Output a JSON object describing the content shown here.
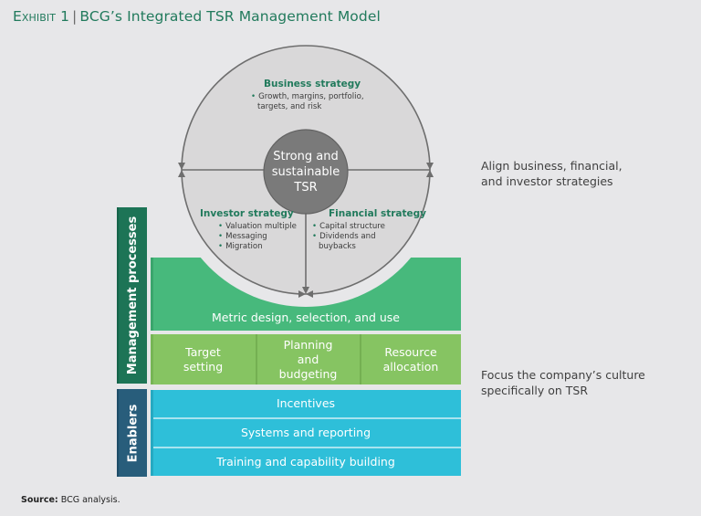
{
  "title": {
    "exhibit": "Exhibit 1",
    "separator": "|",
    "text": "BCG’s Integrated TSR Management Model"
  },
  "colors": {
    "title_green": "#217a5c",
    "circle_fill": "#d9d8d9",
    "circle_stroke": "#6e6e6e",
    "center_fill": "#7a7a7a",
    "metric_band": "#47b97c",
    "process_cells": "#86c462",
    "enabler_rows": "#2ebfd9",
    "mgmt_label_bg": "#1d7456",
    "enablers_label_bg": "#285d7b",
    "background": "#e7e7e9"
  },
  "circle": {
    "center": [
      "Strong and",
      "sustainable",
      "TSR"
    ],
    "business": {
      "heading": "Business strategy",
      "bullets": [
        "Growth, margins, portfolio,",
        "targets, and risk"
      ]
    },
    "investor": {
      "heading": "Investor strategy",
      "bullets": [
        "Valuation multiple",
        "Messaging",
        "Migration"
      ]
    },
    "financial": {
      "heading": "Financial strategy",
      "bullets": [
        "Capital structure",
        "Dividends and",
        "buybacks"
      ]
    }
  },
  "management_processes": {
    "label": "Management processes",
    "metric": "Metric design, selection, and use",
    "cells": [
      [
        "Target",
        "setting"
      ],
      [
        "Planning",
        "and",
        "budgeting"
      ],
      [
        "Resource",
        "allocation"
      ]
    ]
  },
  "enablers": {
    "label": "Enablers",
    "rows": [
      "Incentives",
      "Systems and reporting",
      "Training and capability building"
    ]
  },
  "notes": {
    "align": [
      "Align business, financial,",
      "and investor strategies"
    ],
    "focus": [
      "Focus the company’s culture",
      "specifically on TSR"
    ]
  },
  "source": {
    "label": "Source:",
    "text": "BCG analysis."
  }
}
